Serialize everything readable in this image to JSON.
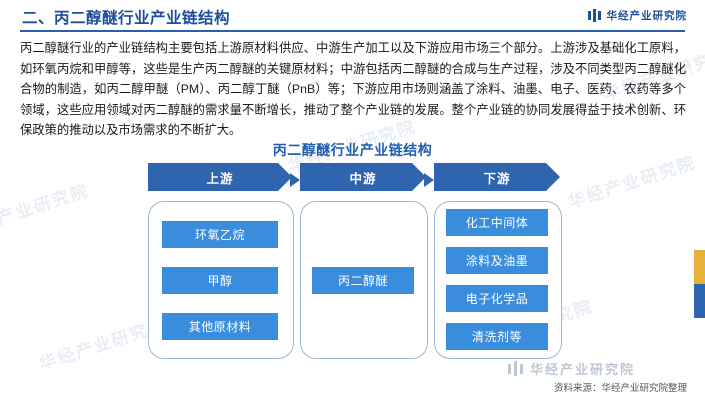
{
  "header": {
    "title": "二、丙二醇醚行业产业链结构",
    "brand": "华经产业研究院",
    "brand_icon": "bar-logo-icon"
  },
  "intro": {
    "paragraph": "丙二醇醚行业的产业链结构主要包括上游原材料供应、中游生产加工以及下游应用市场三个部分。上游涉及基础化工原料，如环氧丙烷和甲醇等，这些是生产丙二醇醚的关键原材料；中游包括丙二醇醚的合成与生产过程，涉及不同类型丙二醇醚化合物的制造，如丙二醇甲醚（PM）、丙二醇丁醚（PnB）等；下游应用市场则涵盖了涂料、油墨、电子、医药、农药等多个领域，这些应用领域对丙二醇醚的需求量不断增长，推动了整个产业链的发展。整个产业链的协同发展得益于技术创新、环保政策的推动以及市场需求的不断扩大。"
  },
  "figure": {
    "title": "丙二醇醚行业产业链结构",
    "stages": [
      {
        "label": "上游",
        "items": [
          "环氧乙烷",
          "甲醇",
          "其他原材料"
        ]
      },
      {
        "label": "中游",
        "items": [
          "丙二醇醚"
        ]
      },
      {
        "label": "下游",
        "items": [
          "化工中间体",
          "涂料及油墨",
          "电子化学品",
          "清洗剂等"
        ]
      }
    ],
    "colors": {
      "chevron": "#2f64ae",
      "pill": "#3a8ddd",
      "title": "#1f5fae",
      "box_border": "#9fb6d4"
    }
  },
  "watermarks": {
    "text": "华经产业研究院"
  },
  "footer": {
    "source": "资料来源：华经产业研究院整理",
    "logo_text": "华经产业研究院"
  }
}
